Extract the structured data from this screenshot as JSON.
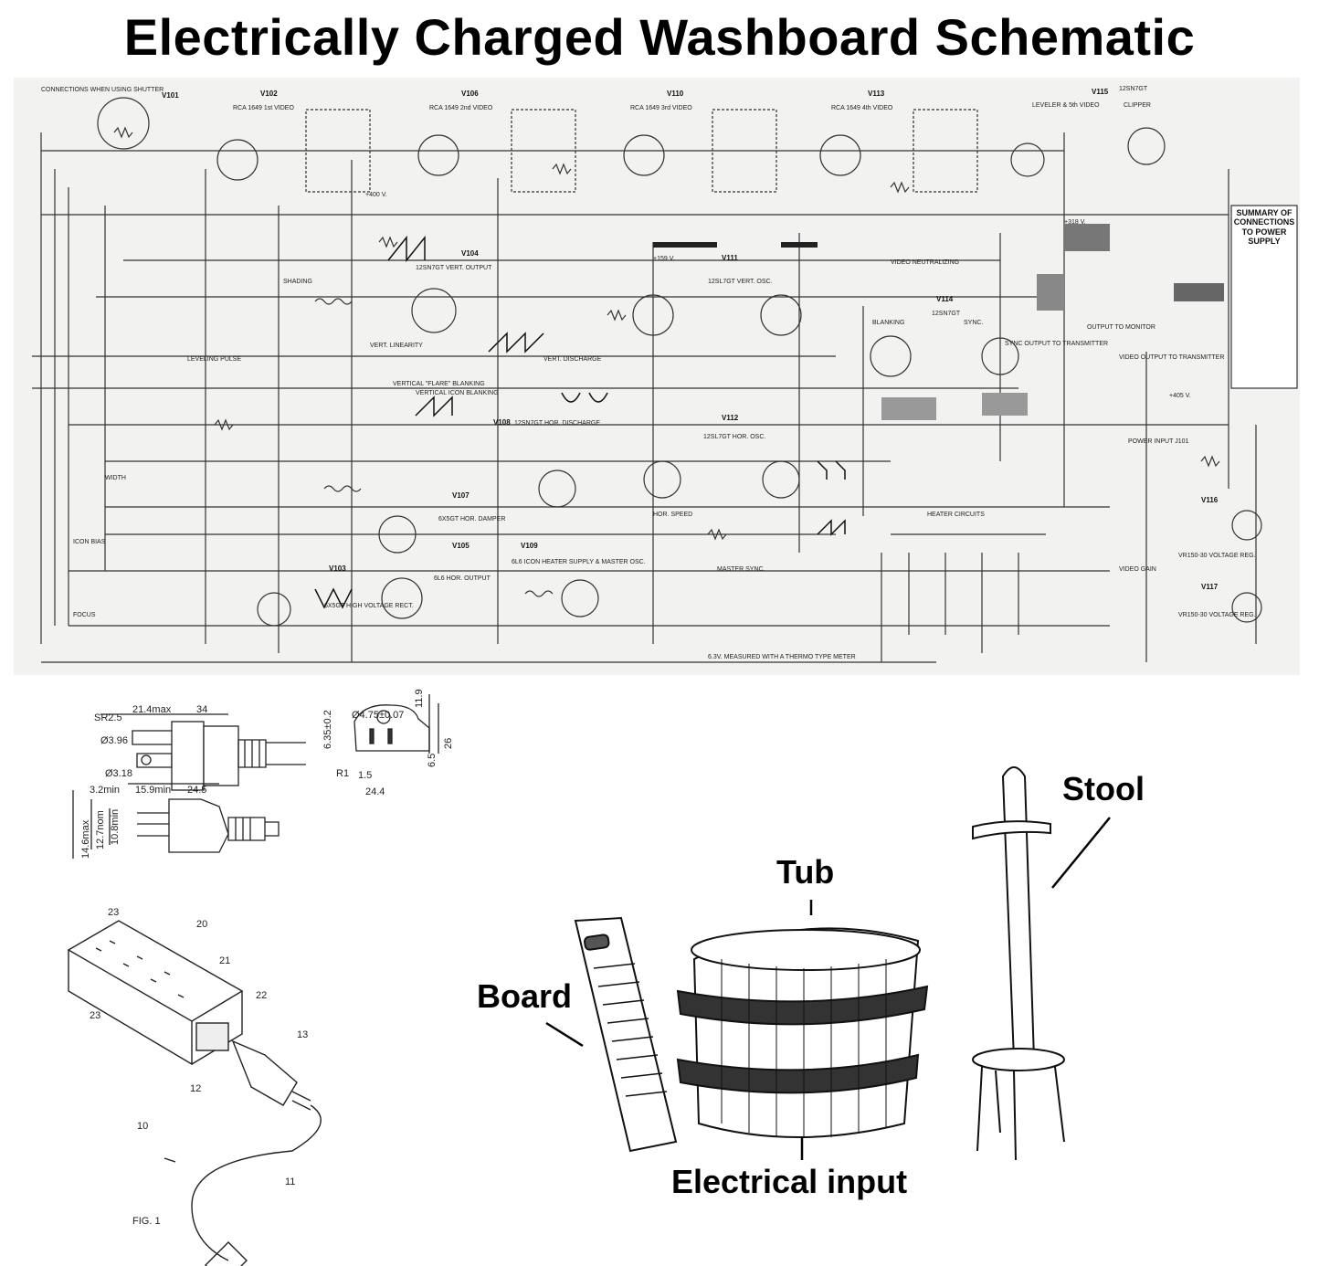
{
  "title": "Electrically Charged Washboard Schematic",
  "schematic": {
    "tubes": [
      {
        "id": "V101",
        "label": ""
      },
      {
        "id": "V102",
        "label": "RCA 1649 1st VIDEO"
      },
      {
        "id": "V106",
        "label": "RCA 1649 2nd VIDEO"
      },
      {
        "id": "V110",
        "label": "RCA 1649 3rd VIDEO"
      },
      {
        "id": "V113",
        "label": "RCA 1649 4th VIDEO"
      },
      {
        "id": "V115",
        "label": "12SN7GT"
      },
      {
        "id": "V104",
        "label": "12SN7GT VERT. OUTPUT"
      },
      {
        "id": "V111",
        "label": "12SL7GT VERT. OSC."
      },
      {
        "id": "V114",
        "label": "12SN7GT"
      },
      {
        "id": "V108",
        "label": "12SN7GT HOR. DISCHARGE"
      },
      {
        "id": "V112",
        "label": "12SL7GT HOR. OSC."
      },
      {
        "id": "V107",
        "label": "6X5GT HOR. DAMPER"
      },
      {
        "id": "V105",
        "label": "6L6 HOR. OUTPUT"
      },
      {
        "id": "V109",
        "label": "6L6 ICON HEATER SUPPLY & MASTER OSC."
      },
      {
        "id": "V103",
        "label": "6X5GT HIGH VOLTAGE RECT."
      },
      {
        "id": "V116",
        "label": "VR150-30 VOLTAGE REG."
      },
      {
        "id": "V117",
        "label": "VR150-30 VOLTAGE REG."
      }
    ],
    "notes": {
      "connections": "CONNECTIONS WHEN USING SHUTTER",
      "leveler": "LEVELER & 5th VIDEO",
      "clipper": "CLIPPER",
      "blanking": "BLANKING",
      "sync": "SYNC.",
      "video_neutralizing": "VIDEO NEUTRALIZING",
      "leveling_pulse": "LEVELING PULSE",
      "flare_blanking": "VERTICAL \"FLARE\" BLANKING",
      "icon_blanking": "VERTICAL ICON BLANKING",
      "heater_circuits": "HEATER CIRCUITS",
      "summary": "SUMMARY OF CONNECTIONS TO POWER SUPPLY",
      "thermo": "6.3V. MEASURED WITH A THERMO TYPE METER",
      "sync_output": "SYNC OUTPUT TO TRANSMITTER",
      "output_monitor": "OUTPUT TO MONITOR",
      "video_output": "VIDEO OUTPUT TO TRANSMITTER",
      "power_input": "POWER INPUT J101",
      "vert_discharge": "VERT. DISCHARGE",
      "vert_linearity": "VERT. LINEARITY",
      "hor_speed": "HOR. SPEED",
      "master_sync": "MASTER SYNC.",
      "icon_bias": "ICON BIAS",
      "focus": "FOCUS",
      "width": "WIDTH",
      "video_gain": "VIDEO GAIN",
      "shading": "SHADING",
      "plus400": "+400 V.",
      "plus318": "+318 V.",
      "plus405": "+405 V.",
      "plus159": "+159 V."
    }
  },
  "plug_drawing": {
    "dims": [
      "SR2.5",
      "21.4max",
      "34",
      "Ø3.96",
      "Ø3.18",
      "3.2min",
      "15.9min",
      "24.5",
      "Ø4.75±0.07",
      "6.35±0.2",
      "11.9",
      "6.5",
      "26",
      "R1",
      "1.5",
      "24.4",
      "14.6max",
      "12.7nom",
      "10.8min"
    ]
  },
  "patent_figure": {
    "fig_label": "FIG. 1",
    "refs": [
      "20",
      "23",
      "21",
      "22",
      "23",
      "13",
      "12",
      "10",
      "11"
    ]
  },
  "washboard": {
    "board": "Board",
    "tub": "Tub",
    "stool": "Stool",
    "input": "Electrical input"
  }
}
